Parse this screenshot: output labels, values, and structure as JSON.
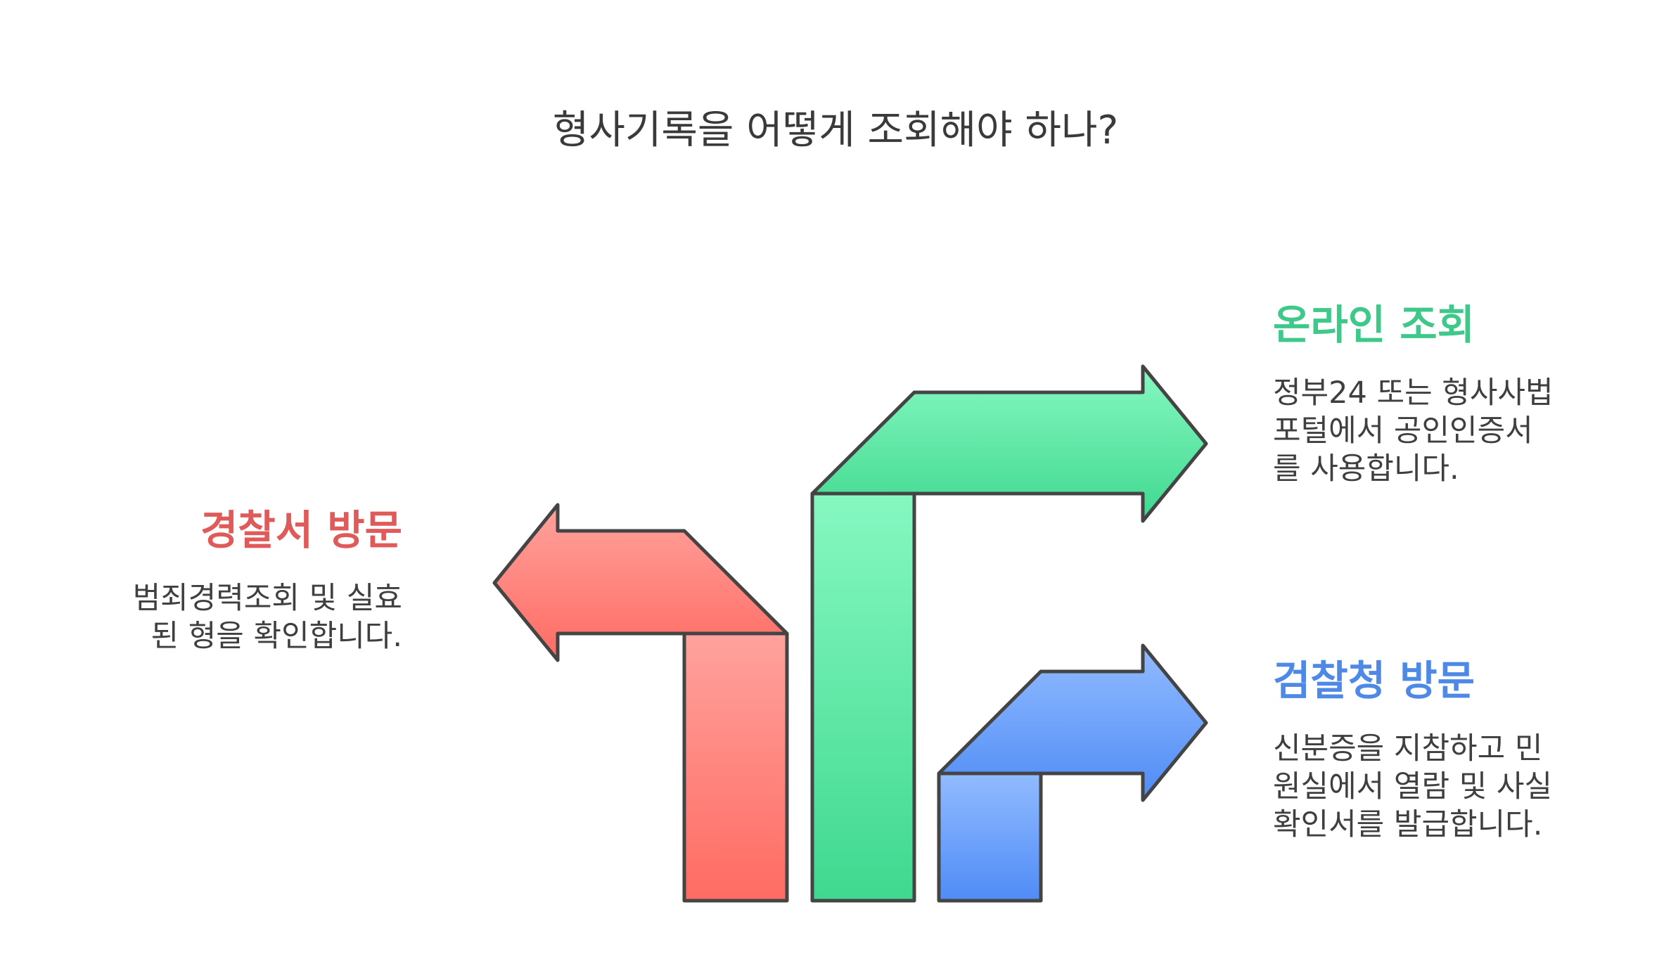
{
  "title": "형사기록을 어떻게 조회해야 하나?",
  "options": {
    "police": {
      "heading": "경찰서 방문",
      "desc_lines": [
        "범죄경력조회 및 실효",
        "된 형을 확인합니다."
      ],
      "color": "#e05a5a"
    },
    "online": {
      "heading": "온라인 조회",
      "desc_lines": [
        "정부24 또는 형사사법",
        "포털에서 공인인증서",
        "를 사용합니다."
      ],
      "color": "#3ec98a"
    },
    "prosecutor": {
      "heading": "검찰청 방문",
      "desc_lines": [
        "신분증을 지참하고 민",
        "원실에서 열람 및 사실",
        "확인서를 발급합니다."
      ],
      "color": "#4f89e6"
    }
  },
  "arrow_colors": {
    "red": [
      "#ffa29d",
      "#ff6b62"
    ],
    "green": [
      "#86f8c1",
      "#3fd88f"
    ],
    "blue": [
      "#92bbff",
      "#4f8cf6"
    ],
    "stroke": "#444444"
  }
}
